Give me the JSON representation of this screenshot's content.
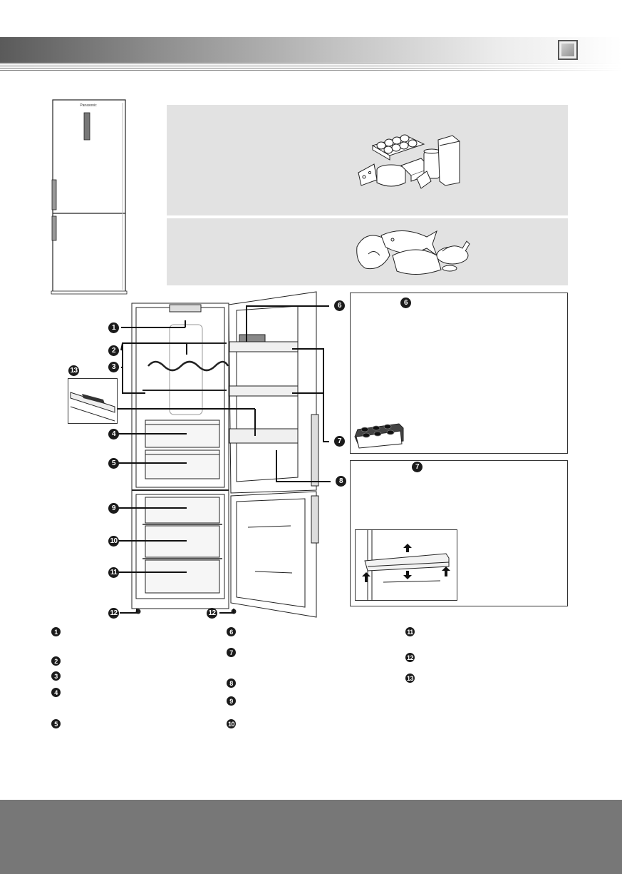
{
  "product_brand": "Panasonic",
  "callouts": [
    "1",
    "2",
    "3",
    "4",
    "5",
    "6",
    "7",
    "8",
    "9",
    "10",
    "11",
    "12",
    "13"
  ],
  "egg_box_marker": "6",
  "shelf_box_marker": "7",
  "legend_markers": {
    "col1": [
      "1",
      "2",
      "3",
      "4",
      "5"
    ],
    "col2": [
      "6",
      "7",
      "8",
      "9",
      "10"
    ],
    "col3": [
      "11",
      "12",
      "13"
    ]
  }
}
